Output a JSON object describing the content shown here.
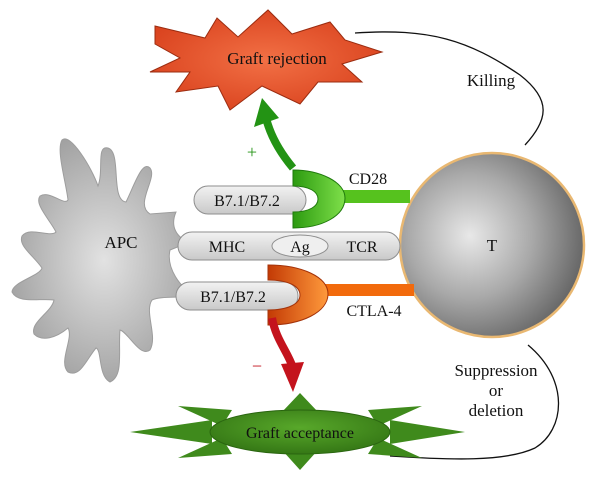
{
  "labels": {
    "graft_rejection": "Graft rejection",
    "graft_acceptance": "Graft acceptance",
    "killing": "Killing",
    "suppression": "Suppression",
    "or": "or",
    "deletion": "deletion",
    "apc": "APC",
    "t_cell": "T",
    "b7_top": "B7.1/B7.2",
    "b7_bottom": "B7.1/B7.2",
    "mhc": "MHC",
    "ag": "Ag",
    "tcr": "TCR",
    "cd28": "CD28",
    "ctla4": "CTLA-4",
    "plus": "+",
    "minus": "−"
  },
  "colors": {
    "rejection_fill": "#e4512a",
    "acceptance_fill": "#3f8a1c",
    "cd28_green": "#56c21e",
    "ctla4_orange": "#f26a0c",
    "activation_arrow": "#239314",
    "inhibition_arrow": "#c4131d",
    "receptor_gray": "#dedede"
  }
}
